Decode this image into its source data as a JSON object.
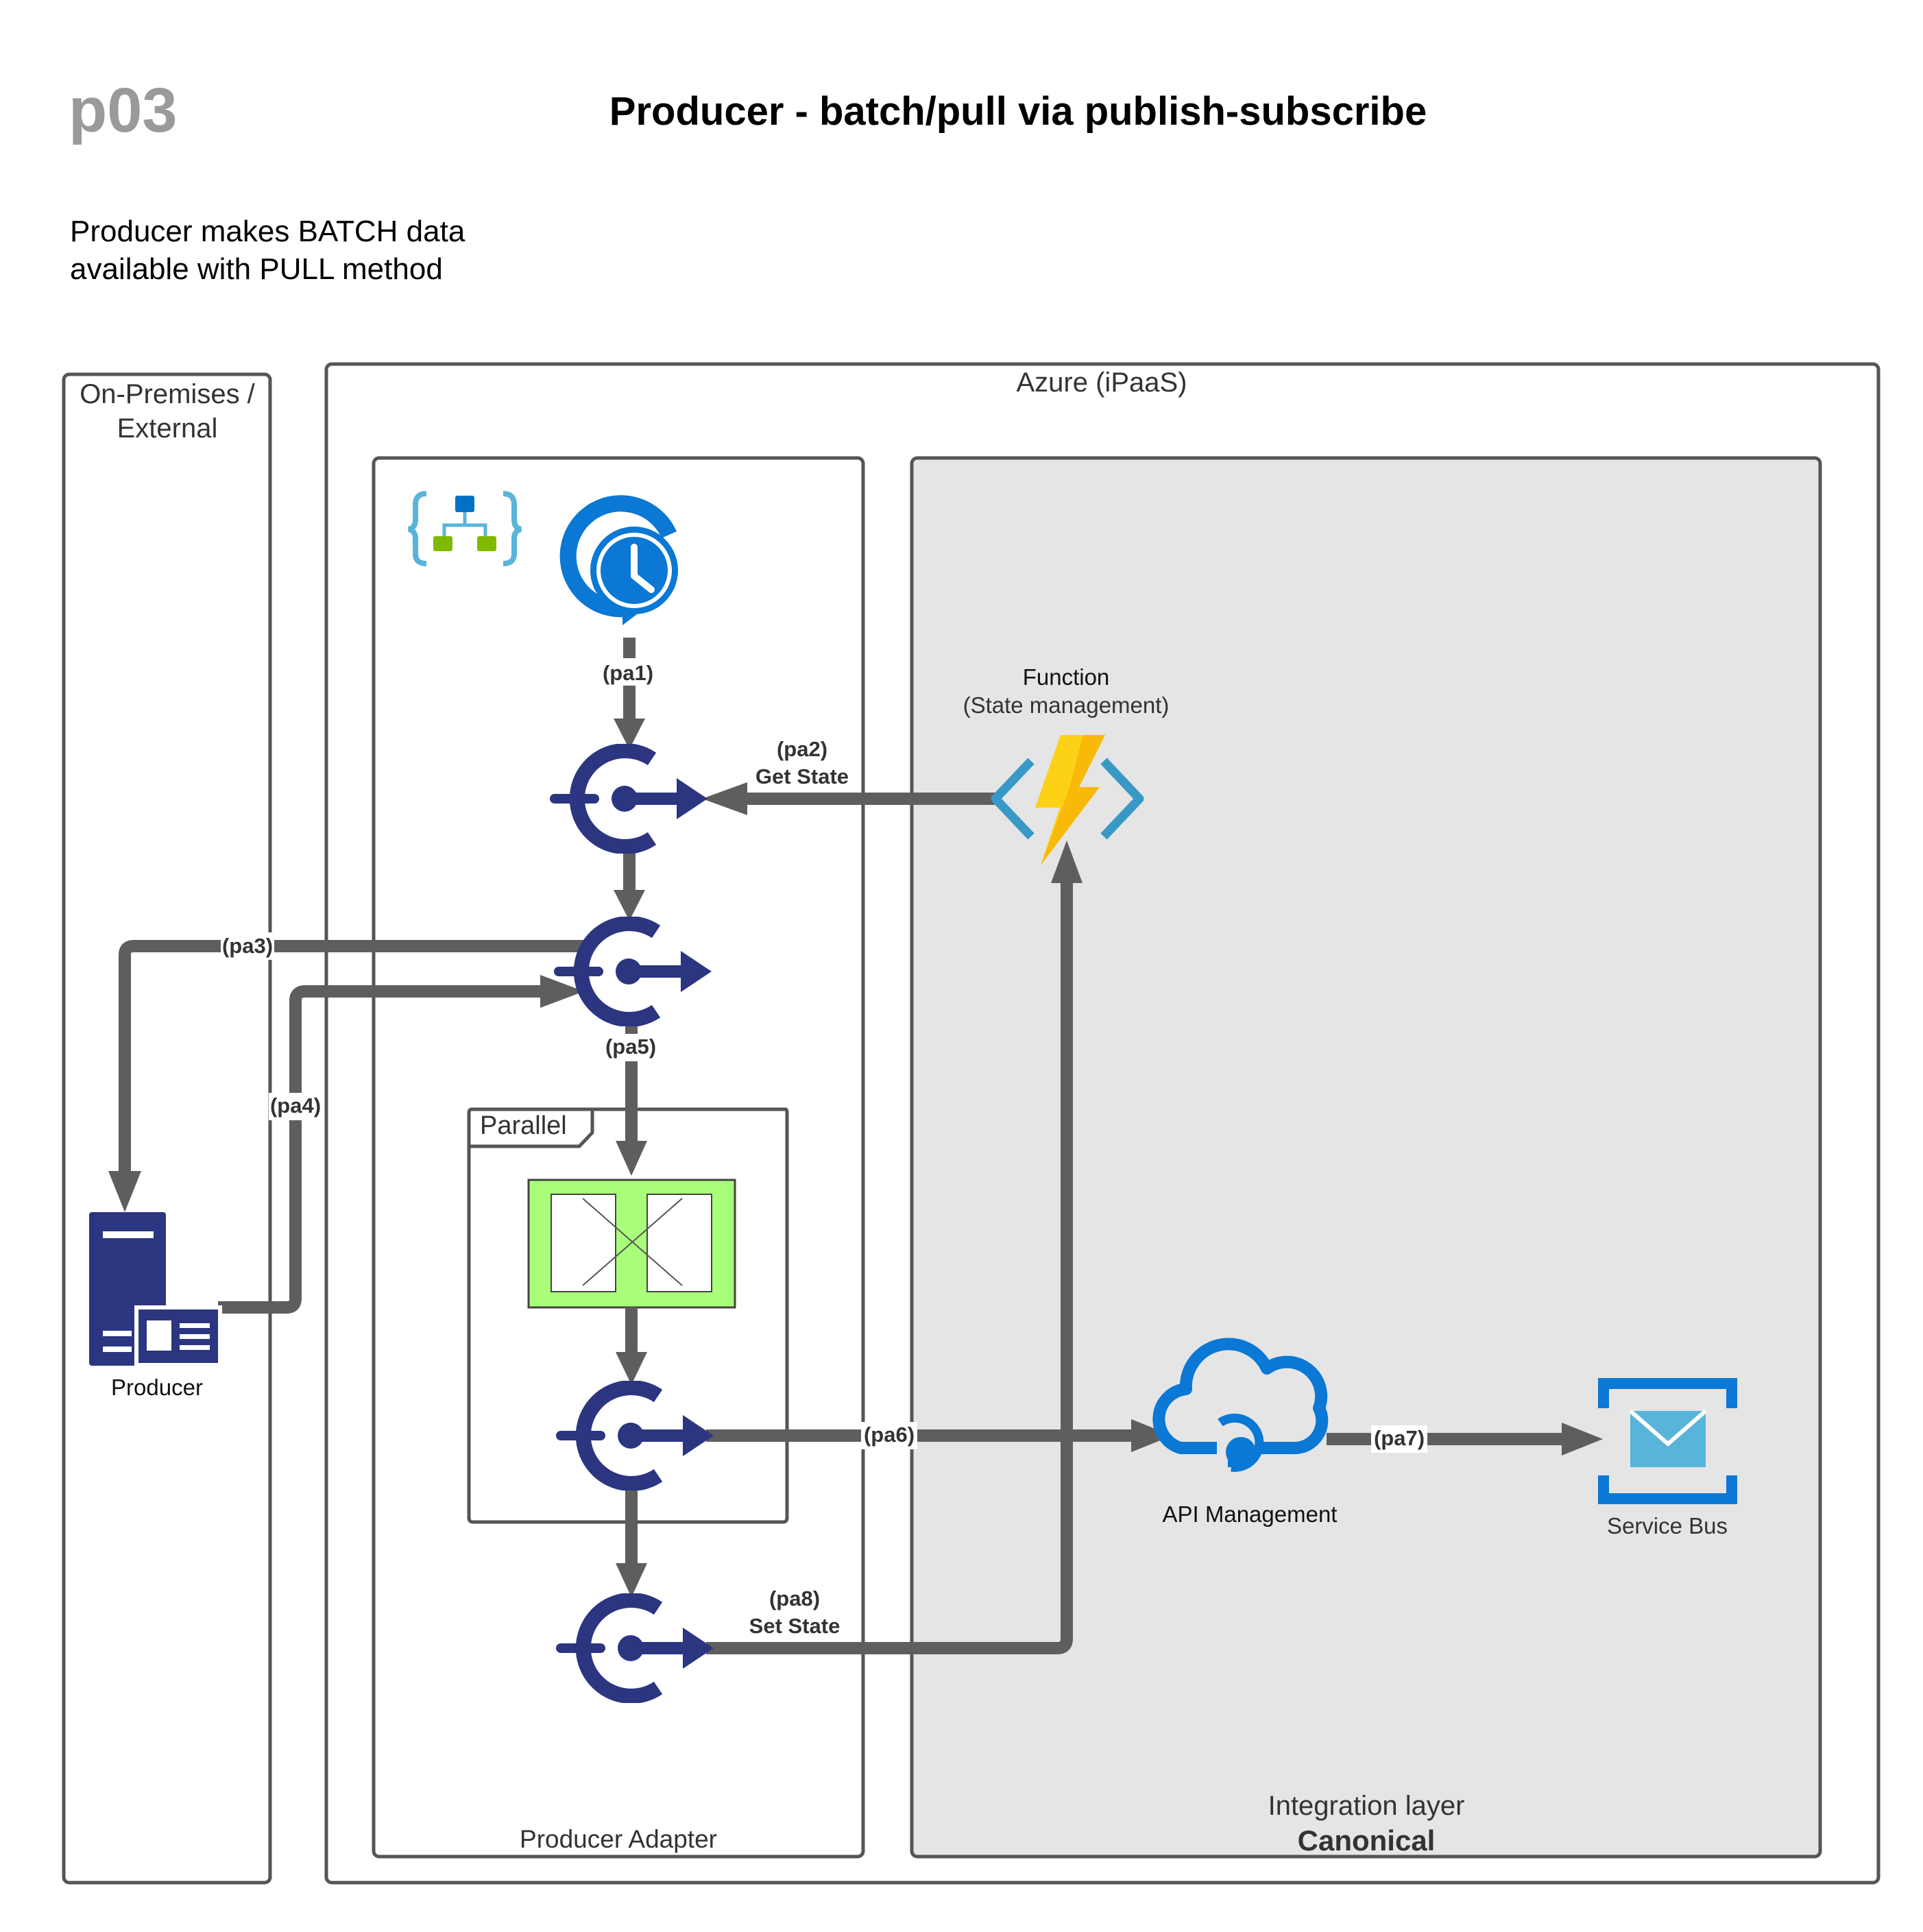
{
  "header": {
    "page_id": "p03",
    "title": "Producer - batch/pull via publish-subscribe",
    "subtitle_line1": "Producer makes BATCH data",
    "subtitle_line2": "available with PULL method"
  },
  "zones": {
    "onprem_line1": "On-Premises /",
    "onprem_line2": "External",
    "azure": "Azure (iPaaS)",
    "producer_adapter": "Producer Adapter",
    "integration_layer": "Integration layer",
    "canonical": "Canonical",
    "parallel": "Parallel"
  },
  "components": {
    "function_line1": "Function",
    "function_line2": "(State management)",
    "producer": "Producer",
    "api_management": "API Management",
    "service_bus": "Service Bus"
  },
  "steps": {
    "pa1": "(pa1)",
    "pa2": "(pa2)",
    "pa2_action": "Get State",
    "pa3": "(pa3)",
    "pa4": "(pa4)",
    "pa5": "(pa5)",
    "pa6": "(pa6)",
    "pa7": "(pa7)",
    "pa8": "(pa8)",
    "pa8_action": "Set State"
  },
  "colors": {
    "connector_navy": "#2b3580",
    "azure_blue": "#0a78d4",
    "flow_grey": "#5e5e5e",
    "integration_bg": "#e5e5e5",
    "parallel_green": "#aaff7a",
    "function_yellow": "#fcd116"
  },
  "icons": {
    "logic_app": "logic-app-icon",
    "recurrence": "recurrence-clock-icon",
    "connector": "connector-icon",
    "function": "azure-function-icon",
    "producer": "server-icon",
    "api_management": "api-management-icon",
    "service_bus": "service-bus-icon"
  }
}
